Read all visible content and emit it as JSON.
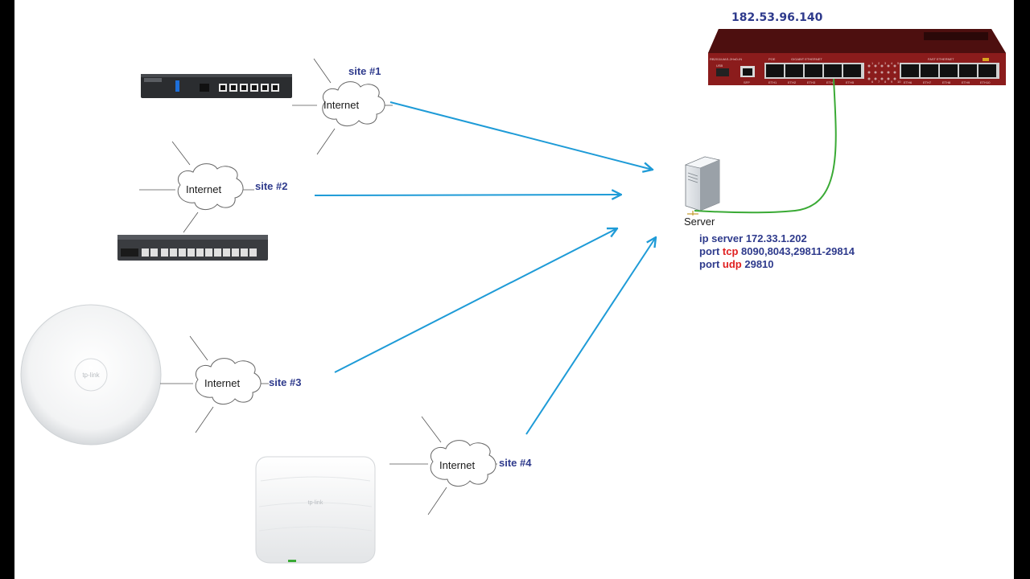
{
  "router": {
    "ip": "182.53.96.140",
    "model_label": "RB2011UiAS-2HnD-IN",
    "poe_label": "POE",
    "gigabit_label": "GIGABIT ETHERNET",
    "fast_label": "FAST ETHERNET",
    "usb_label": "USB",
    "sfp_label": "SFP",
    "ports_gigabit": [
      "ETH1",
      "ETH2",
      "ETH3",
      "ETH4",
      "ETH5"
    ],
    "ports_fast": [
      "ETH6",
      "ETH7",
      "ETH8",
      "ETH9",
      "ETH10"
    ],
    "led_numbers_top": [
      "1",
      "2",
      "3",
      "4",
      "5"
    ],
    "led_numbers_bottom": [
      "6",
      "7",
      "8",
      "9",
      "10"
    ],
    "body_color": "#8b1c1c"
  },
  "server": {
    "label": "Server",
    "ip_prefix": "ip server",
    "ip": "172.33.1.202",
    "tcp_prefix": "port",
    "tcp_keyword": "tcp",
    "tcp_ports": "8090,8043,29811-29814",
    "udp_prefix": "port",
    "udp_keyword": "udp",
    "udp_ports": "29810"
  },
  "sites": [
    {
      "label": "site #1",
      "cloud": "Internet"
    },
    {
      "label": "site #2",
      "cloud": "Internet"
    },
    {
      "label": "site #3",
      "cloud": "Internet"
    },
    {
      "label": "site #4",
      "cloud": "Internet"
    }
  ],
  "colors": {
    "arrow": "#1e9bd7",
    "cable": "#3aaa35",
    "label_text": "#2e3a8c",
    "keyword_red": "#e02020"
  }
}
